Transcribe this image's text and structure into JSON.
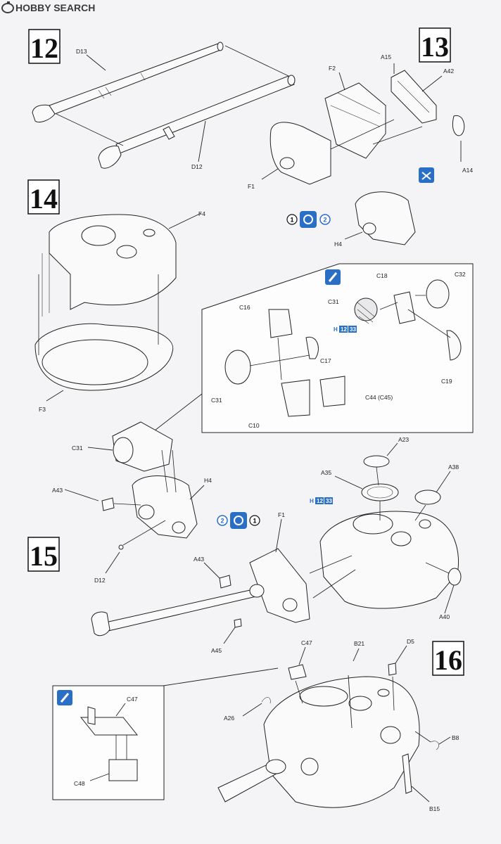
{
  "watermark": {
    "brand": "HOBBY SEARCH"
  },
  "steps": {
    "s12": "12",
    "s13": "13",
    "s14": "14",
    "s15": "15",
    "s16": "16"
  },
  "labels": {
    "d13_a": "D13",
    "d12_a": "D12",
    "f2": "F2",
    "a15": "A15",
    "a42": "A42",
    "a14": "A14",
    "f1_a": "F1",
    "h4_a": "H4",
    "f4": "F4",
    "f3": "F3",
    "c18": "C18",
    "c32": "C32",
    "c31_a": "C31",
    "c16": "C16",
    "c17": "C17",
    "c19": "C19",
    "c31_b": "C31",
    "c44": "C44 (C45)",
    "c10": "C10",
    "c31_c": "C31",
    "a23": "A23",
    "a35": "A35",
    "a38": "A38",
    "a43_a": "A43",
    "h4_b": "H4",
    "f1_b": "F1",
    "d12_b": "D12",
    "a43_b": "A43",
    "a40": "A40",
    "a45": "A45",
    "c47_a": "C47",
    "b21": "B21",
    "d5": "D5",
    "a26": "A26",
    "b8": "B8",
    "c47_b": "C47",
    "c48": "C48",
    "b15": "B15"
  },
  "markers": {
    "order_1": "1",
    "order_2": "2",
    "paint_h": "H",
    "paint_12": "12",
    "paint_33": "33"
  },
  "colors": {
    "accent_blue": "#2a6fc6",
    "line": "#222222",
    "background": "#f4f4f6"
  }
}
